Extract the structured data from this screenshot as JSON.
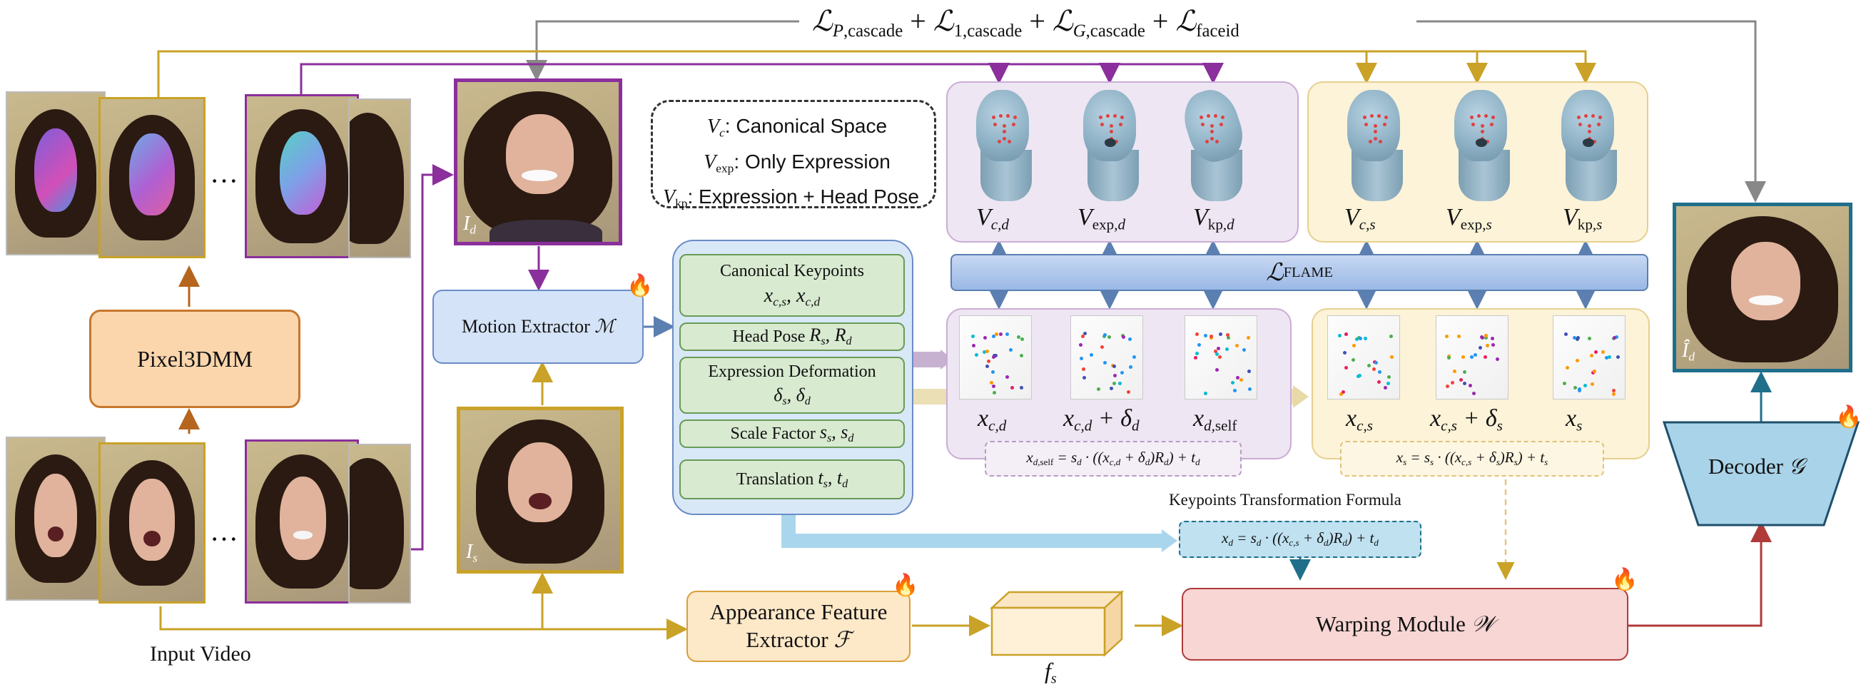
{
  "loss_top": "ℒ_P,cascade + ℒ_1,cascade + ℒ_G,cascade + ℒ_faceid",
  "legend": {
    "vc": "Canonical Space",
    "vexp": "Only Expression",
    "vkp": "Expression + Head Pose"
  },
  "labels": {
    "pixel3dmm": "Pixel3DMM",
    "motion_extractor": "Motion Extractor",
    "input_video": "Input Video",
    "appearance_line1": "Appearance Feature",
    "appearance_line2": "Extractor",
    "warping": "Warping Module",
    "decoder": "Decoder",
    "flame_loss": "ℒ_FLAME",
    "kp_formula_title": "Keypoints Transformation Formula",
    "fs": "f_s",
    "dots": "···"
  },
  "motion_outputs": [
    {
      "title": "Canonical Keypoints",
      "value": "x_c,s, x_c,d"
    },
    {
      "title": "Head Pose",
      "value": "R_s, R_d"
    },
    {
      "title": "Expression Deformation",
      "value": "δ_s, δ_d"
    },
    {
      "title": "Scale Factor",
      "value": "s_s, s_d"
    },
    {
      "title": "Translation",
      "value": "t_s, t_d"
    }
  ],
  "mesh_labels_driving": [
    "V_c,d",
    "V_exp,d",
    "V_kp,d"
  ],
  "mesh_labels_source": [
    "V_c,s",
    "V_exp,s",
    "V_kp,s"
  ],
  "kp_labels_driving": [
    "x_c,d",
    "x_c,d + δ_d",
    "x_d,self"
  ],
  "kp_labels_source": [
    "x_c,s",
    "x_c,s + δ_s",
    "x_s"
  ],
  "formulas": {
    "driving_self": "x_d,self = s_d · ((x_c,d + δ_d)R_d) + t_d",
    "source": "x_s = s_s · ((x_c,s + δ_s)R_s) + t_s",
    "driving": "x_d = s_d · ((x_c,s + δ_d)R_d) + t_d"
  },
  "image_labels": {
    "driving": "I_d",
    "source": "I_s",
    "output": "Î_d"
  },
  "colors": {
    "purple": "#8a2f9b",
    "gold": "#c9a227",
    "brown": "#b5651d",
    "gray_arrow": "#8a8a8a",
    "blue_arrow": "#5b7fb0",
    "red_arrow": "#b03a3a",
    "teal_frame": "#1f6f8b"
  }
}
